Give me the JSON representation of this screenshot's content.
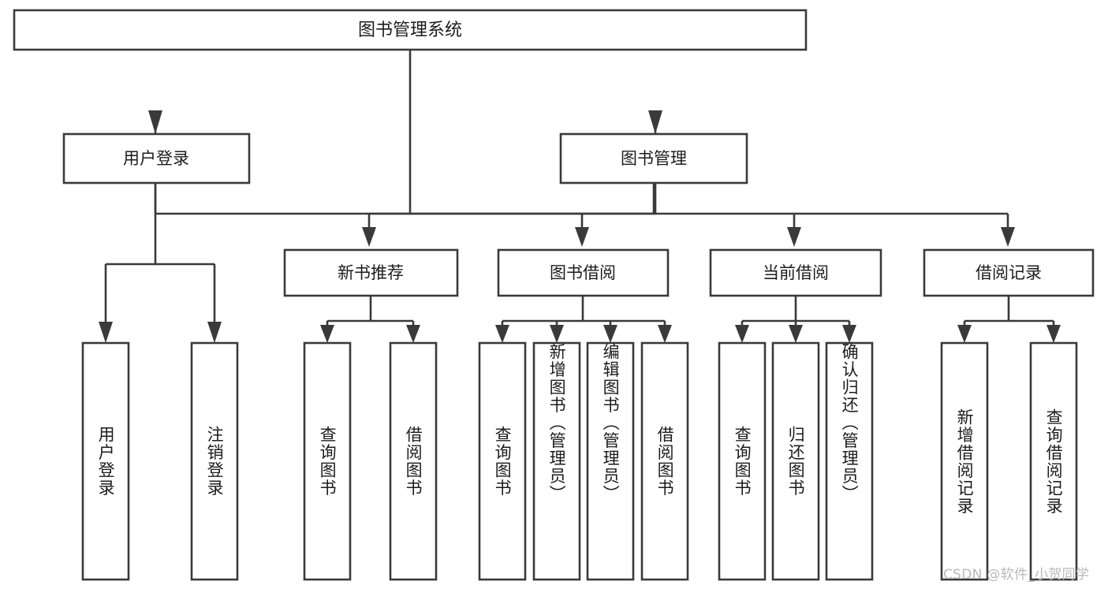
{
  "diagram": {
    "type": "tree-hierarchy",
    "title": "图书管理系统",
    "root": {
      "id": "root",
      "label": "图书管理系统",
      "level": 0,
      "orientation": "horizontal"
    },
    "level1": [
      {
        "id": "user-login",
        "label": "用户登录",
        "orientation": "horizontal"
      },
      {
        "id": "book-management",
        "label": "图书管理",
        "orientation": "horizontal"
      }
    ],
    "level2": [
      {
        "id": "new-book-recommend",
        "label": "新书推荐",
        "parent": "book-management",
        "orientation": "horizontal"
      },
      {
        "id": "book-borrow",
        "label": "图书借阅",
        "parent": "book-management",
        "orientation": "horizontal"
      },
      {
        "id": "current-borrow",
        "label": "当前借阅",
        "parent": "book-management",
        "orientation": "horizontal"
      },
      {
        "id": "borrow-record",
        "label": "借阅记录",
        "parent": "book-management",
        "orientation": "horizontal"
      }
    ],
    "leaves": [
      {
        "id": "leaf-user-login",
        "label": "用户登录",
        "parent": "user-login",
        "orientation": "vertical"
      },
      {
        "id": "leaf-user-logout",
        "label": "注销登录",
        "parent": "user-login",
        "orientation": "vertical"
      },
      {
        "id": "leaf-query-book-1",
        "label": "查询图书",
        "parent": "new-book-recommend",
        "orientation": "vertical"
      },
      {
        "id": "leaf-borrow-book-1",
        "label": "借阅图书",
        "parent": "new-book-recommend",
        "orientation": "vertical"
      },
      {
        "id": "leaf-query-book-2",
        "label": "查询图书",
        "parent": "book-borrow",
        "orientation": "vertical"
      },
      {
        "id": "leaf-add-book",
        "label": "新增图书（管理员）",
        "parent": "book-borrow",
        "orientation": "vertical"
      },
      {
        "id": "leaf-edit-book",
        "label": "编辑图书（管理员）",
        "parent": "book-borrow",
        "orientation": "vertical"
      },
      {
        "id": "leaf-borrow-book-2",
        "label": "借阅图书",
        "parent": "book-borrow",
        "orientation": "vertical"
      },
      {
        "id": "leaf-query-book-3",
        "label": "查询图书",
        "parent": "current-borrow",
        "orientation": "vertical"
      },
      {
        "id": "leaf-return-book",
        "label": "归还图书",
        "parent": "current-borrow",
        "orientation": "vertical"
      },
      {
        "id": "leaf-confirm-return",
        "label": "确认归还（管理员）",
        "parent": "current-borrow",
        "orientation": "vertical"
      },
      {
        "id": "leaf-add-record",
        "label": "新增借阅记录",
        "parent": "borrow-record",
        "orientation": "vertical"
      },
      {
        "id": "leaf-query-record",
        "label": "查询借阅记录",
        "parent": "borrow-record",
        "orientation": "vertical"
      }
    ]
  },
  "watermark": {
    "text": "CSDN @软件_小贺同学"
  },
  "colors": {
    "background": "#ffffff",
    "stroke": "#3a3a3a",
    "text": "#1c1c1c",
    "watermark": "#b9b9b9"
  }
}
